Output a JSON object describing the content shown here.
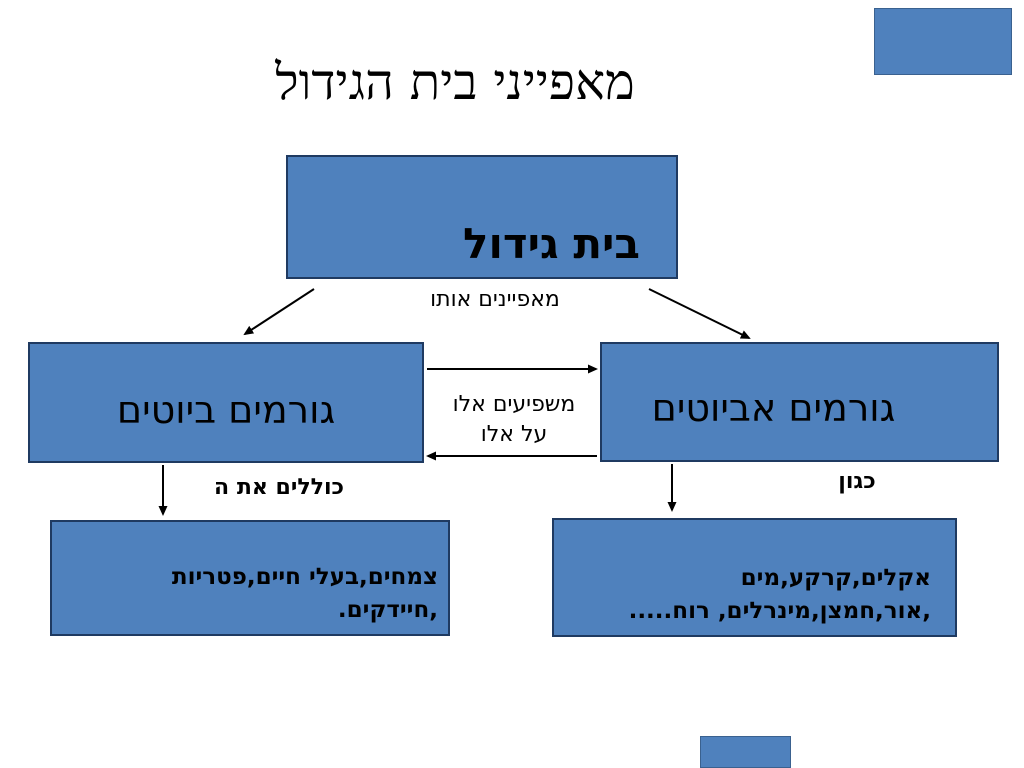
{
  "slide": {
    "title": "מאפייני בית הגידול",
    "colors": {
      "box_fill": "#4f81bd",
      "box_border": "#1f3a61",
      "background": "#ffffff",
      "text": "#000000",
      "arrow": "#000000"
    },
    "boxes": {
      "habitat": {
        "label": "בית גידול"
      },
      "biotic": {
        "label": "גורמים ביוטים"
      },
      "abiotic": {
        "label": "גורמים אביוטים"
      },
      "biotic_examples": {
        "line1": "צמחים,בעלי חיים,פטריות",
        "line2": ",חיידקים."
      },
      "abiotic_examples": {
        "line1": "אקלים,קרקע,מים",
        "line2": ",אור,חמצן,מינרלים, רוח....."
      }
    },
    "connector_labels": {
      "characterize": "מאפיינים אותו",
      "influence_line1": "משפיעים אלו",
      "influence_line2": "על אלו",
      "include": "כוללים את ה",
      "such_as": "כגון"
    }
  }
}
